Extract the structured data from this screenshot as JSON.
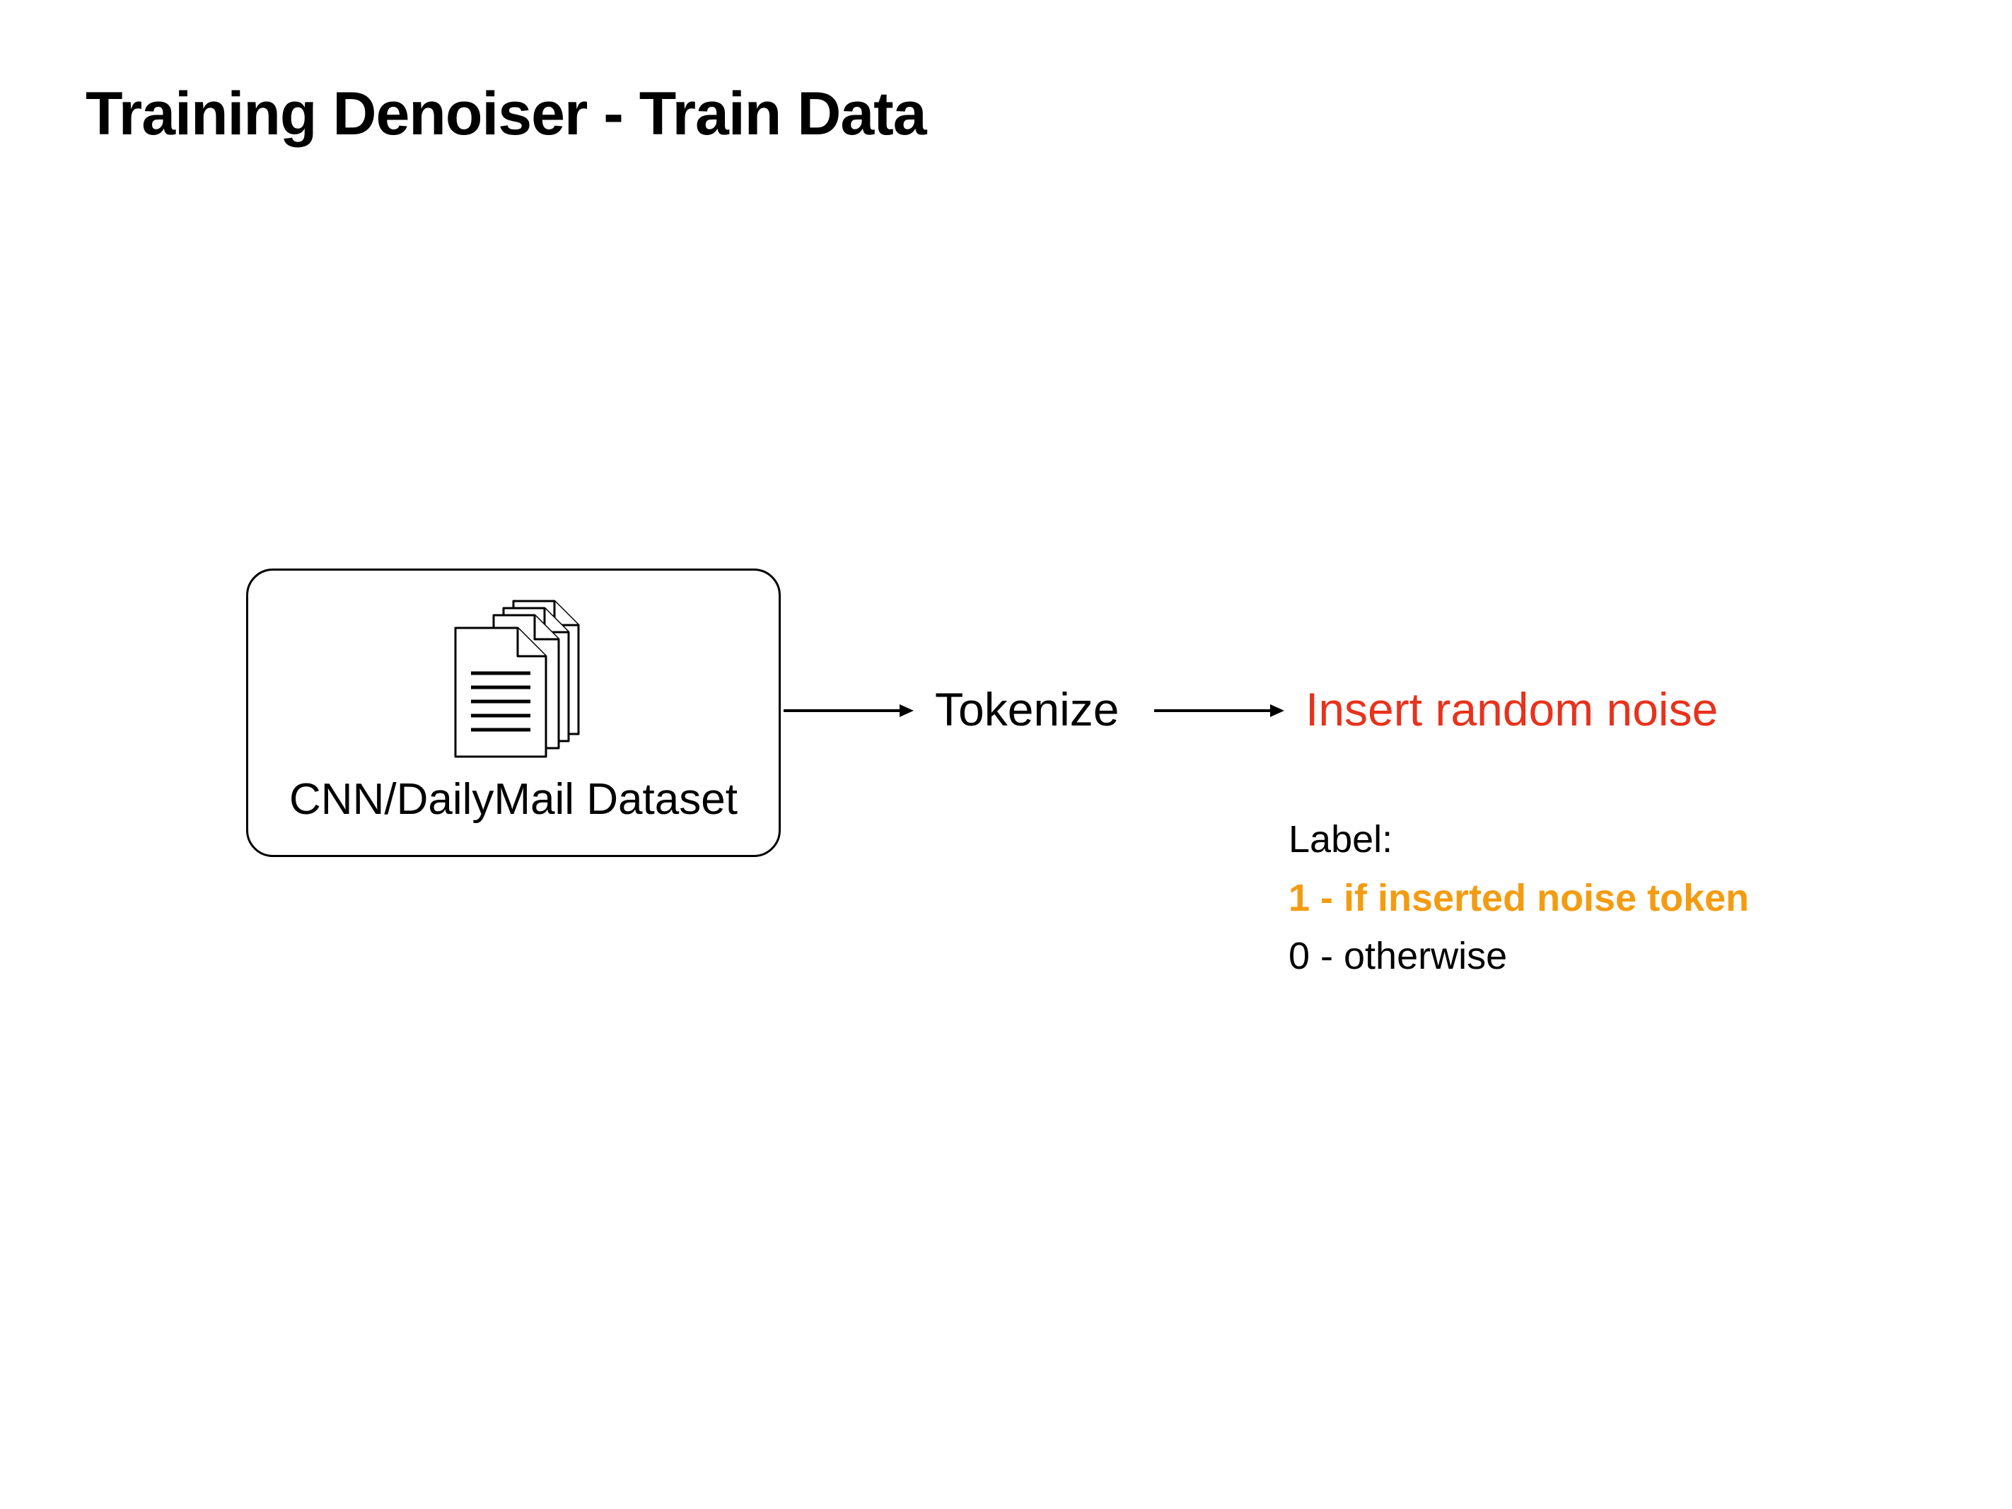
{
  "title": "Training Denoiser - Train Data",
  "dataset": {
    "label": "CNN/DailyMail Dataset",
    "icon": "documents-stack-icon"
  },
  "steps": [
    {
      "label": "Tokenize",
      "color": "#000000"
    },
    {
      "label": "Insert random noise",
      "color": "#e8321c"
    }
  ],
  "label_legend": {
    "heading": "Label:",
    "positive": "1 - if inserted noise token",
    "positive_color": "#f39c12",
    "negative": "0 - otherwise"
  }
}
